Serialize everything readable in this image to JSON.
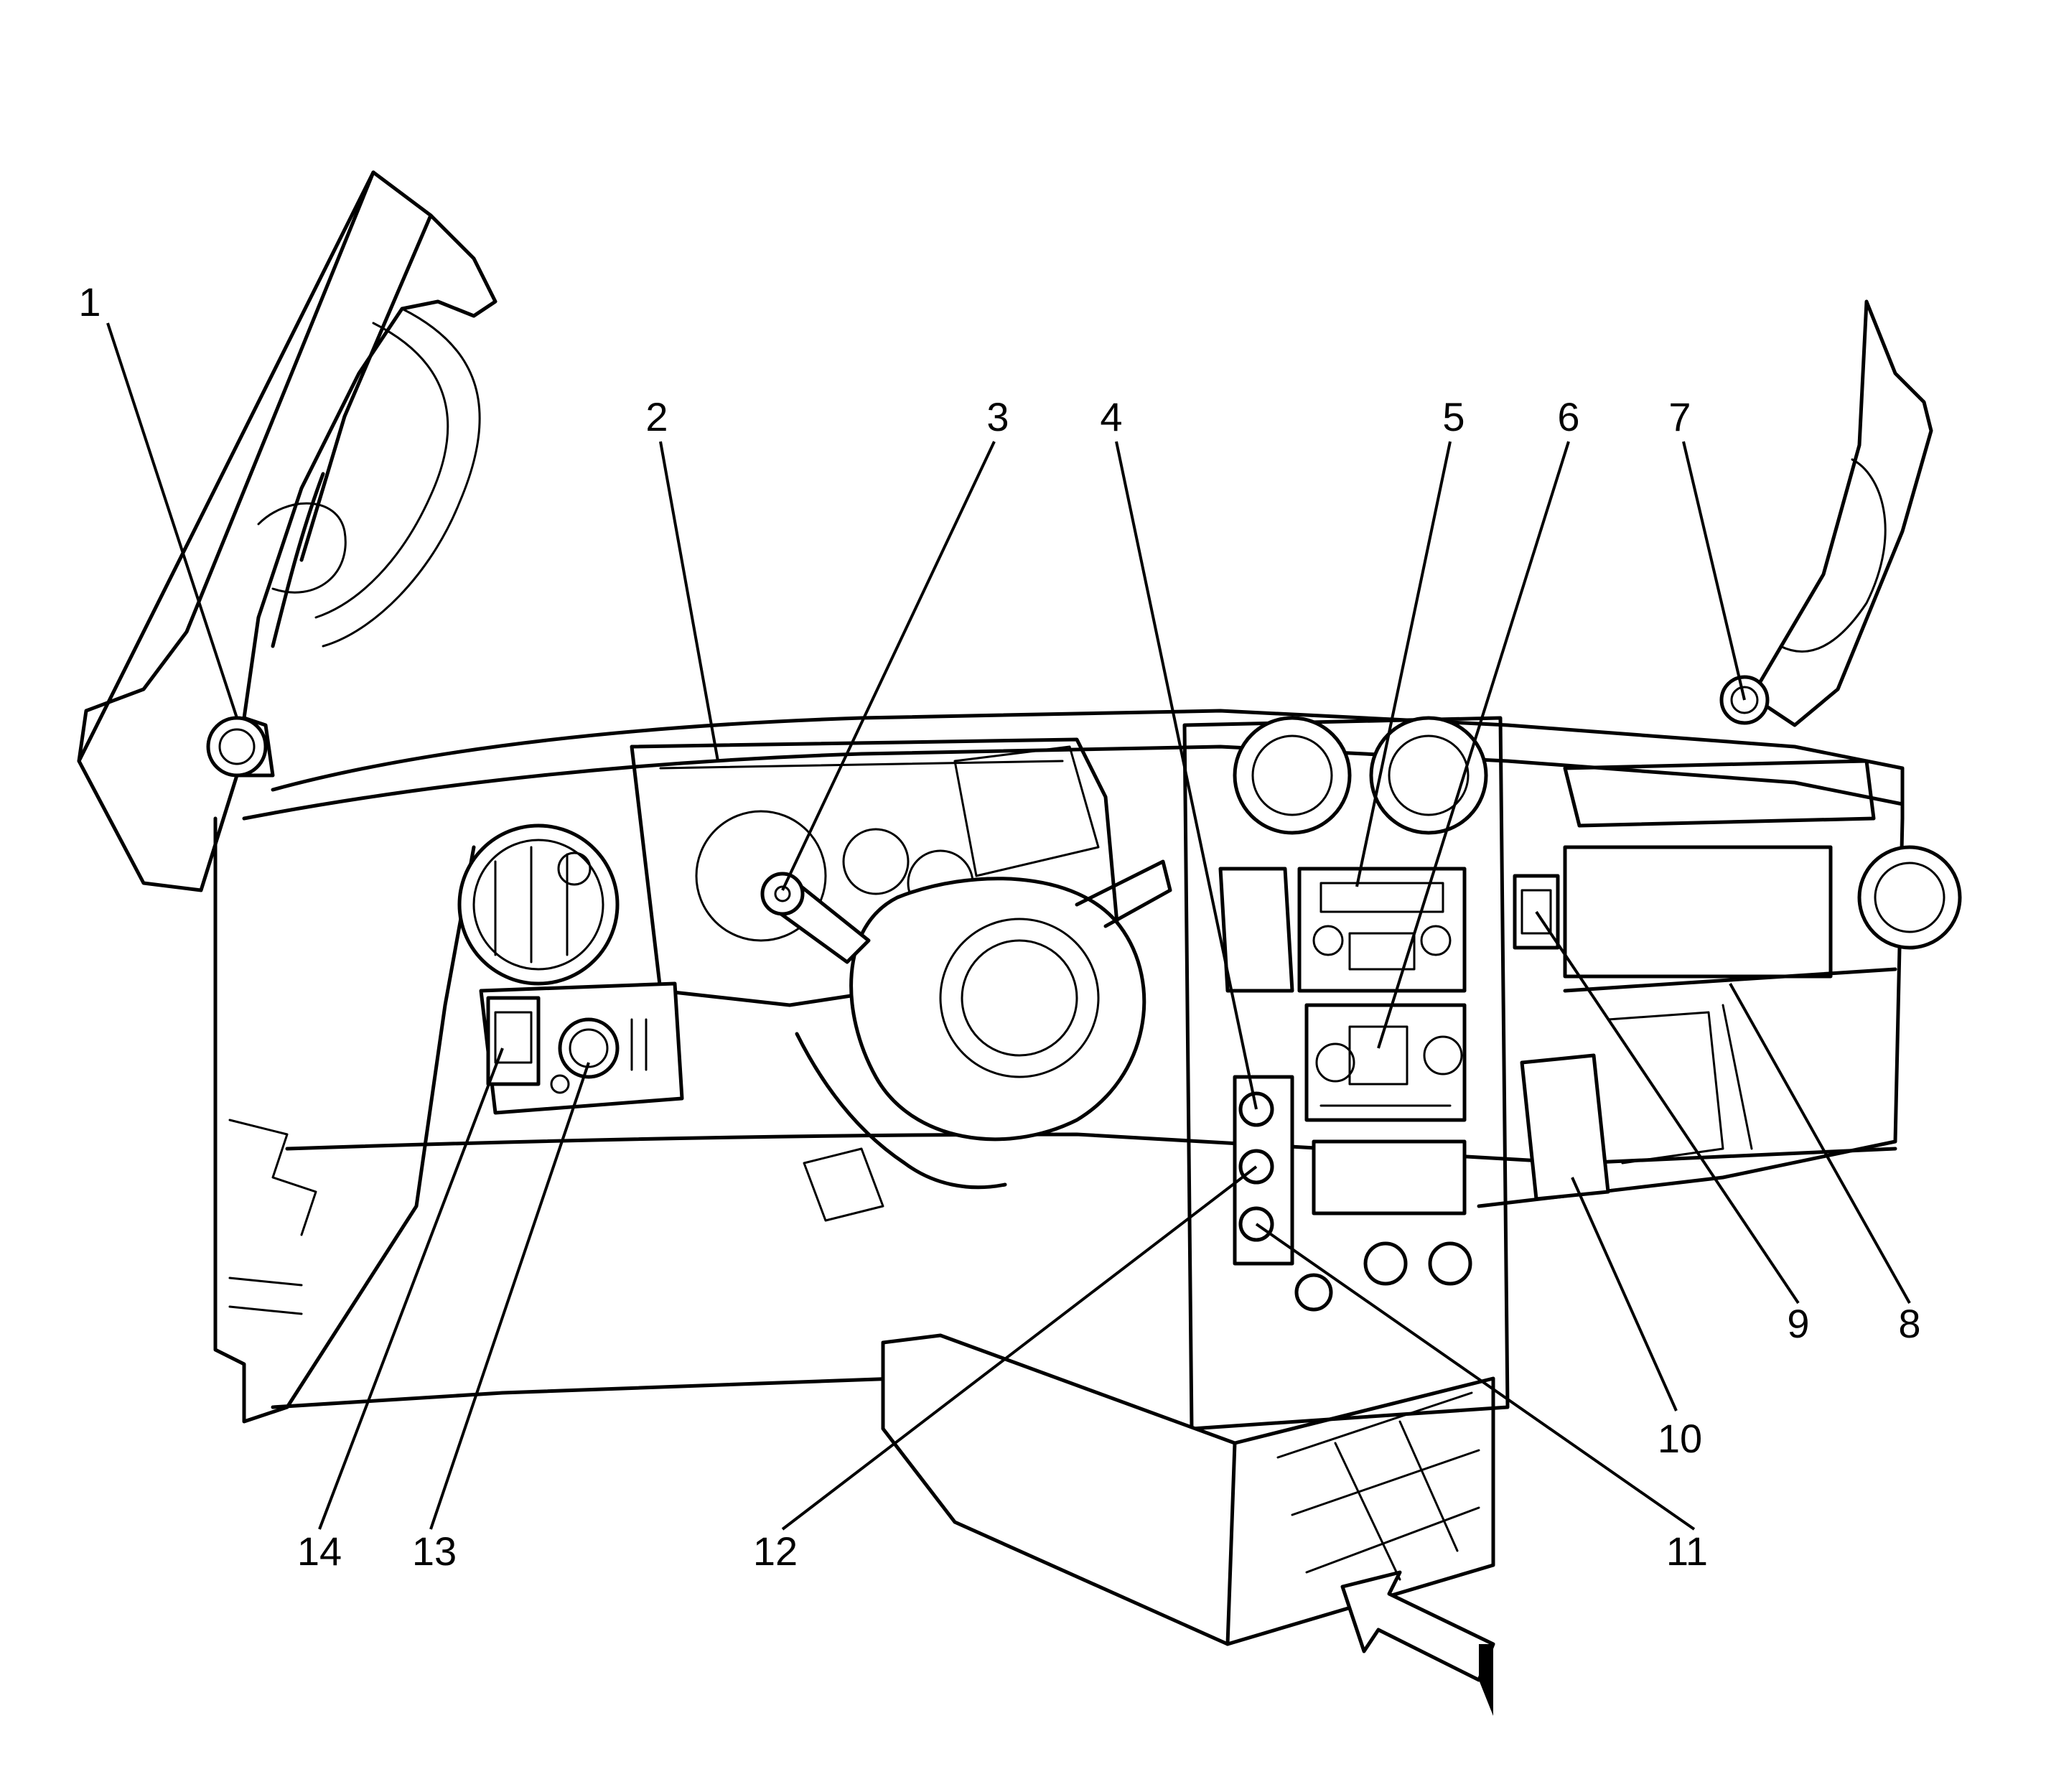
{
  "diagram": {
    "callouts": [
      {
        "id": 1,
        "label": "1"
      },
      {
        "id": 2,
        "label": "2"
      },
      {
        "id": 3,
        "label": "3"
      },
      {
        "id": 4,
        "label": "4"
      },
      {
        "id": 5,
        "label": "5"
      },
      {
        "id": 6,
        "label": "6"
      },
      {
        "id": 7,
        "label": "7"
      },
      {
        "id": 8,
        "label": "8"
      },
      {
        "id": 9,
        "label": "9"
      },
      {
        "id": 10,
        "label": "10"
      },
      {
        "id": 11,
        "label": "11"
      },
      {
        "id": 12,
        "label": "12"
      },
      {
        "id": 13,
        "label": "13"
      },
      {
        "id": 14,
        "label": "14"
      }
    ],
    "direction_arrow_icon": "view-direction-arrow-icon"
  }
}
